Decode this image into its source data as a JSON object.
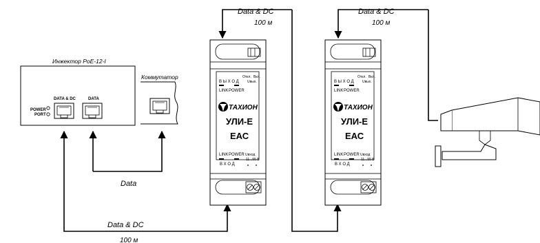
{
  "injector": {
    "title": "Инжектор PoE-12-I",
    "power_label_1": "POWER",
    "power_label_2": "PORT",
    "port1_label": "DATA & DC",
    "port2_label": "DATA"
  },
  "switch": {
    "title": "Коммутатор"
  },
  "links": {
    "top_left_label": "Data & DC",
    "top_left_dist": "100 м",
    "top_right_label": "Data & DC",
    "top_right_dist": "100 м",
    "data_label": "Data",
    "bottom_label": "Data & DC",
    "bottom_dist": "100 м"
  },
  "module": {
    "output_label": "В Ы Х О Д",
    "link_label": "LINK",
    "power_label": "POWER",
    "off_label": "Откл.",
    "on_label": "Вкл.",
    "uout_label": "Uвых.",
    "brand": "ТАХИОН",
    "model": "УЛИ-Е",
    "cert": "ЕАС",
    "input_label": "В Х О Д",
    "uin_label": "Uвход",
    "range_label": "11...55 В"
  },
  "camera": {}
}
